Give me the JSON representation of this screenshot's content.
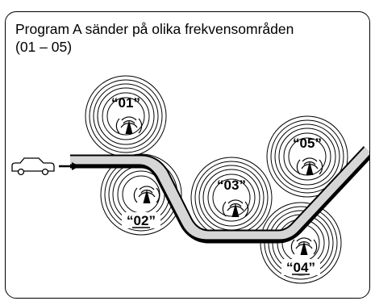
{
  "caption": {
    "line1": "Program A sänder på olika frekvensområden",
    "line2": "(01 – 05)"
  },
  "stations": [
    {
      "label": "“01”"
    },
    {
      "label": "“02”"
    },
    {
      "label": "“03”"
    },
    {
      "label": "“04”"
    },
    {
      "label": "“05”"
    }
  ],
  "icons": {
    "vehicle": "car-icon",
    "direction": "arrow-right-icon",
    "transmitter": "antenna-icon"
  },
  "colors": {
    "road_fill": "#d6d6d6",
    "outline": "#000000",
    "background": "#ffffff"
  }
}
